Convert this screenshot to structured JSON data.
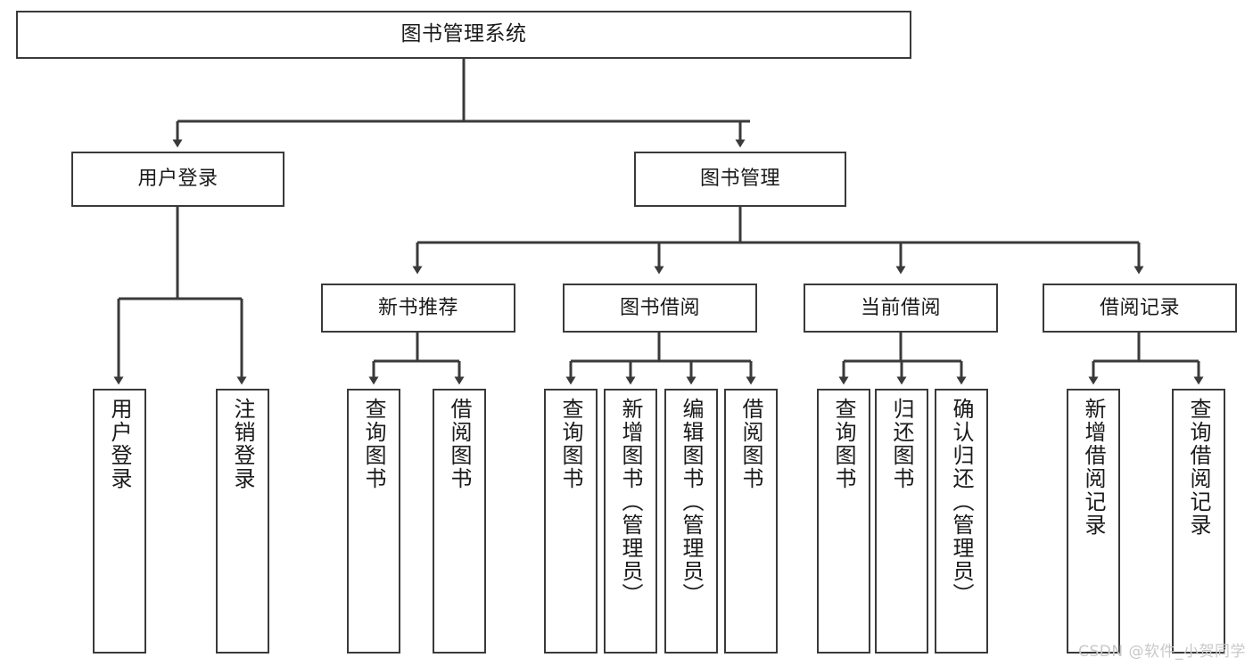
{
  "diagram": {
    "title": "图书管理系统",
    "watermark": "CSDN @软件_小贺同学",
    "colors": {
      "box_border": "#3a3a3a",
      "edge": "#3a3a3a",
      "text": "#1a1a1a",
      "background": "#ffffff",
      "watermark": "#c8c8c8"
    },
    "levels": {
      "root": "图书管理系统",
      "level2": [
        "用户登录",
        "图书管理"
      ],
      "level3": [
        "新书推荐",
        "图书借阅",
        "当前借阅",
        "借阅记录"
      ]
    },
    "nodes": {
      "root": {
        "label": "图书管理系统"
      },
      "user_login": {
        "label": "用户登录"
      },
      "book_manage": {
        "label": "图书管理"
      },
      "new_book_rec": {
        "label": "新书推荐"
      },
      "book_borrow": {
        "label": "图书借阅"
      },
      "current_borrow": {
        "label": "当前借阅"
      },
      "borrow_record": {
        "label": "借阅记录"
      },
      "leaf_user_login": {
        "label": "用户登录"
      },
      "leaf_logout": {
        "label": "注销登录"
      },
      "leaf_query_book_1": {
        "label": "查询图书"
      },
      "leaf_borrow_book_1": {
        "label": "借阅图书"
      },
      "leaf_query_book_2": {
        "label": "查询图书"
      },
      "leaf_add_book": {
        "label": "新增图书（管理员）"
      },
      "leaf_edit_book": {
        "label": "编辑图书（管理员）"
      },
      "leaf_borrow_book_2": {
        "label": "借阅图书"
      },
      "leaf_query_book_3": {
        "label": "查询图书"
      },
      "leaf_return_book": {
        "label": "归还图书"
      },
      "leaf_confirm_return": {
        "label": "确认归还（管理员）"
      },
      "leaf_add_record": {
        "label": "新增借阅记录"
      },
      "leaf_query_record": {
        "label": "查询借阅记录"
      }
    },
    "tree": [
      {
        "label": "图书管理系统",
        "children": [
          {
            "label": "用户登录",
            "children": [
              {
                "label": "用户登录"
              },
              {
                "label": "注销登录"
              }
            ]
          },
          {
            "label": "图书管理",
            "children": [
              {
                "label": "新书推荐",
                "children": [
                  {
                    "label": "查询图书"
                  },
                  {
                    "label": "借阅图书"
                  }
                ]
              },
              {
                "label": "图书借阅",
                "children": [
                  {
                    "label": "查询图书"
                  },
                  {
                    "label": "新增图书（管理员）"
                  },
                  {
                    "label": "编辑图书（管理员）"
                  },
                  {
                    "label": "借阅图书"
                  }
                ]
              },
              {
                "label": "当前借阅",
                "children": [
                  {
                    "label": "查询图书"
                  },
                  {
                    "label": "归还图书"
                  },
                  {
                    "label": "确认归还（管理员）"
                  }
                ]
              },
              {
                "label": "借阅记录",
                "children": [
                  {
                    "label": "新增借阅记录"
                  },
                  {
                    "label": "查询借阅记录"
                  }
                ]
              }
            ]
          }
        ]
      }
    ]
  }
}
